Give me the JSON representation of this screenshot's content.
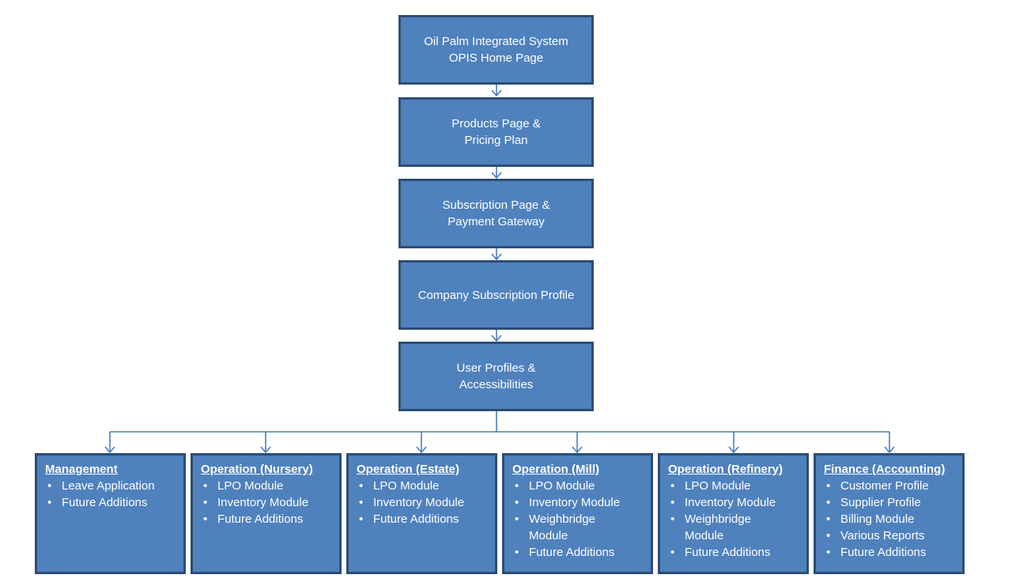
{
  "flow": [
    {
      "line1": "Oil Palm Integrated System",
      "line2": "OPIS Home Page"
    },
    {
      "line1": "Products Page &",
      "line2": "Pricing Plan"
    },
    {
      "line1": "Subscription Page &",
      "line2": "Payment Gateway"
    },
    {
      "line1": "Company Subscription Profile",
      "line2": ""
    },
    {
      "line1": "User Profiles &",
      "line2": "Accessibilities"
    }
  ],
  "modules": [
    {
      "title": "Management",
      "items": [
        "Leave Application",
        "Future Additions"
      ]
    },
    {
      "title": "Operation (Nursery)",
      "items": [
        "LPO Module",
        "Inventory Module",
        "Future Additions"
      ]
    },
    {
      "title": "Operation (Estate)",
      "items": [
        "LPO Module",
        "Inventory Module",
        "Future Additions"
      ]
    },
    {
      "title": "Operation (Mill)",
      "items": [
        "LPO Module",
        "Inventory Module",
        "Weighbridge Module",
        "Future Additions"
      ]
    },
    {
      "title": "Operation (Refinery)",
      "items": [
        "LPO Module",
        "Inventory Module",
        "Weighbridge Module",
        "Future Additions"
      ]
    },
    {
      "title": "Finance (Accounting)",
      "items": [
        "Customer Profile",
        "Supplier Profile",
        "Billing Module",
        "Various Reports",
        "Future Additions"
      ]
    }
  ],
  "colors": {
    "box_fill": "#4f81bd",
    "box_border": "#2c4d76",
    "connector": "#4a7ebb",
    "text": "#ffffff"
  }
}
